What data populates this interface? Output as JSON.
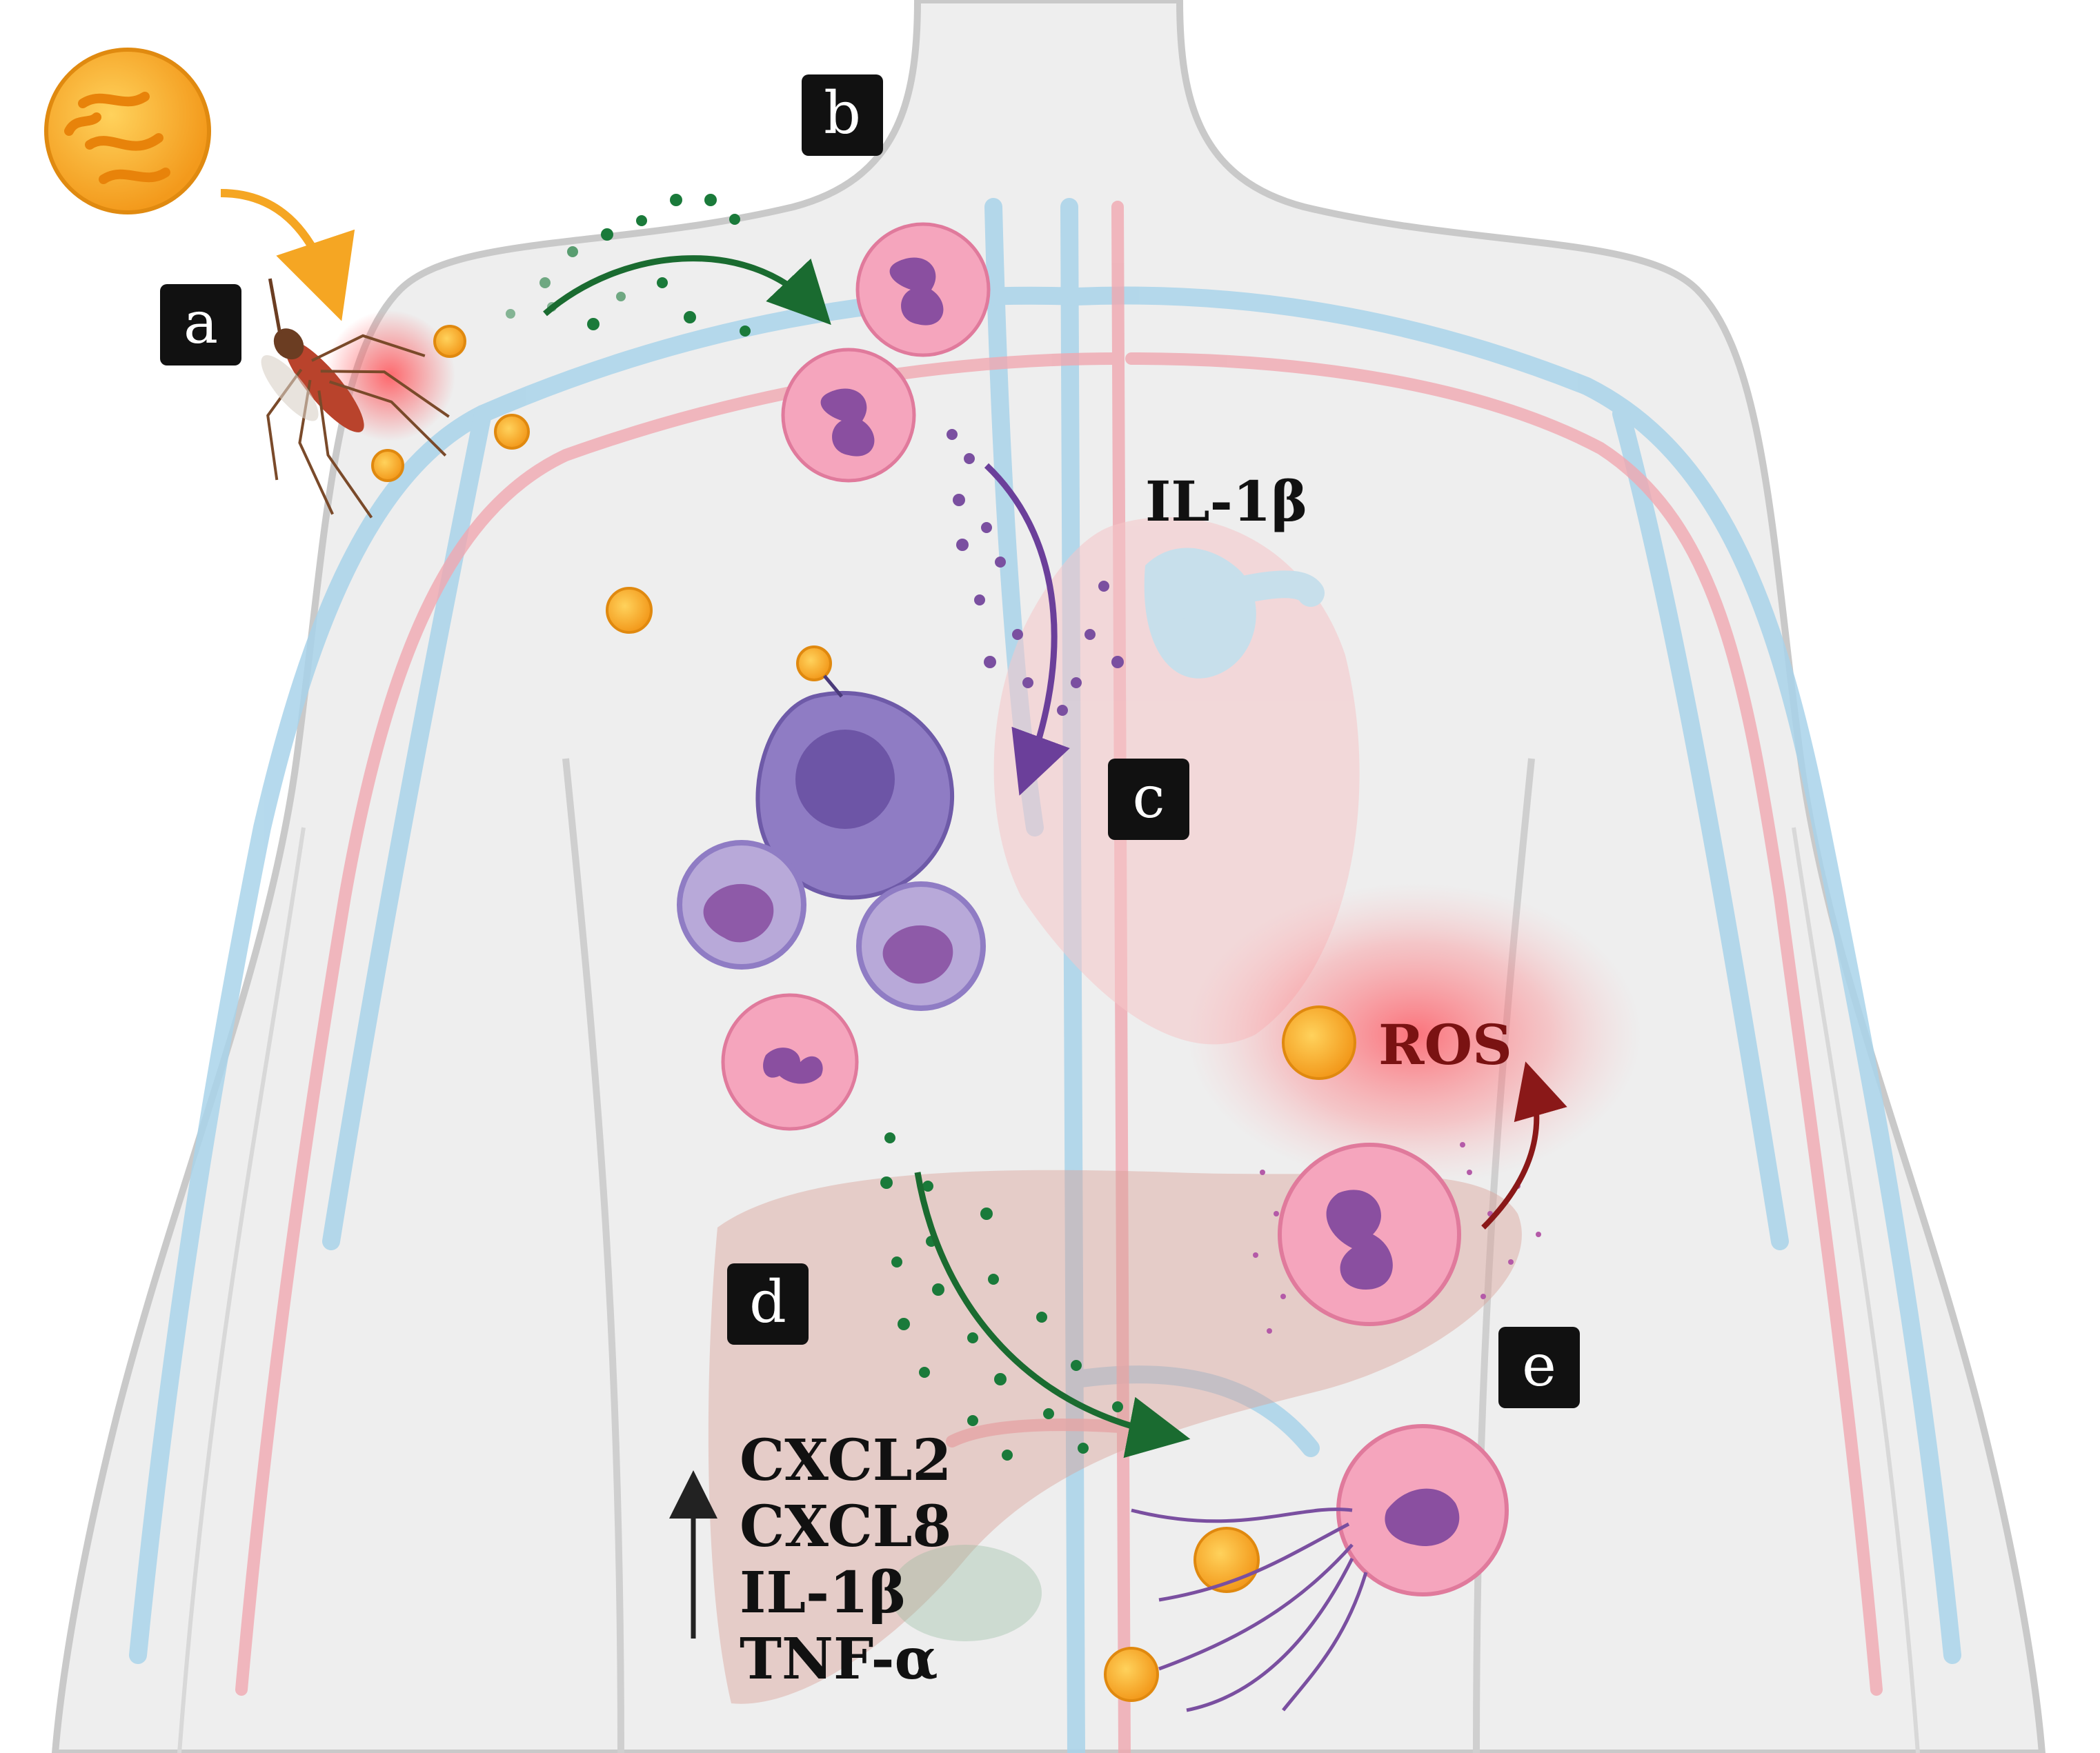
{
  "panels": {
    "a": "a",
    "b": "b",
    "c": "c",
    "d": "d",
    "e": "e"
  },
  "labels": {
    "il1b_top": "IL-1β",
    "ros": "ROS",
    "liver_cytokines": [
      "CXCL2",
      "CXCL8",
      "IL-1β",
      "TNF-α"
    ]
  },
  "colors": {
    "parasite": "#f5a623",
    "neutrophil": "#f29bb8",
    "macrophage": "#8f7cc4",
    "chemokine_green": "#1a7a3a",
    "cytokine_purple": "#7a4fa0",
    "ros_red": "#e8414a",
    "vein_blue": "#a9d3ea",
    "artery_red": "#f0a0a8"
  },
  "icons": [
    "plasmodium-sporozoite-icon",
    "mosquito-icon",
    "neutrophil-icon",
    "macrophage-icon",
    "monocyte-icon",
    "heart-icon",
    "liver-icon",
    "net-icon"
  ]
}
